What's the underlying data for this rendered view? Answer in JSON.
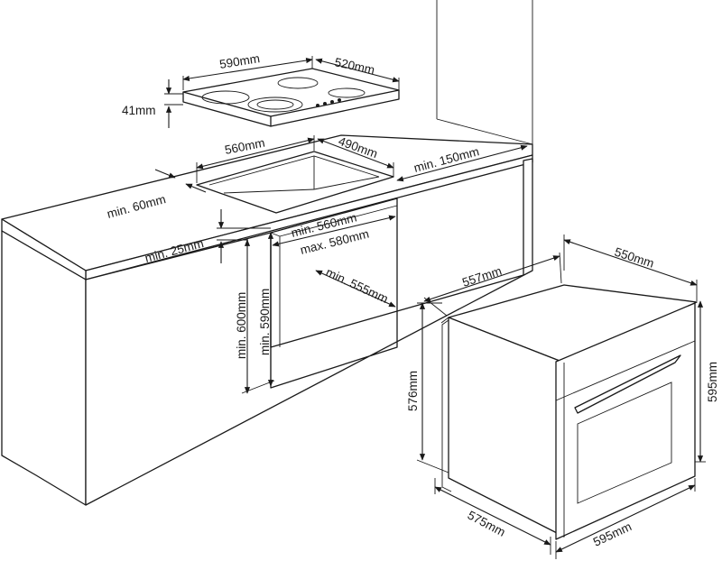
{
  "labels": {
    "hob_width": "590mm",
    "hob_depth": "520mm",
    "hob_height": "41mm",
    "cutout_width": "560mm",
    "cutout_depth": "490mm",
    "min_back_gap": "min. 150mm",
    "min_front_gap": "min. 60mm",
    "min_top_gap": "min. 25mm",
    "niche_width_min": "min. 560mm",
    "niche_width_max": "max. 580mm",
    "niche_depth_min": "min. 555mm",
    "niche_height_600": "min. 600mm",
    "niche_height_590": "min. 590mm",
    "oven_depth_top": "557mm",
    "oven_width_top": "550mm",
    "oven_height_body": "576mm",
    "oven_height_total": "595mm",
    "oven_depth_bottom": "575mm",
    "oven_width_bottom": "595mm"
  }
}
